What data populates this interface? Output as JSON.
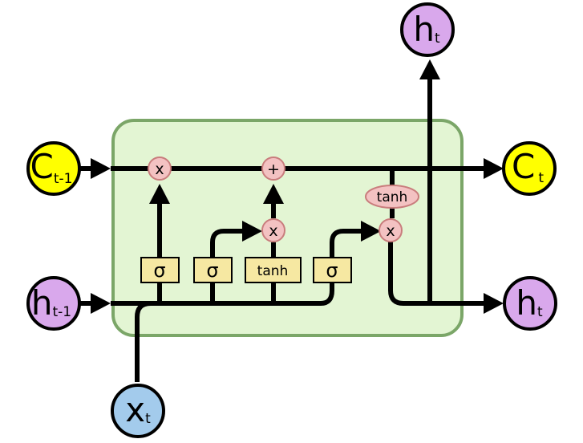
{
  "nodes": {
    "c_prev": {
      "main": "C",
      "sub": "t-1"
    },
    "h_prev": {
      "main": "h",
      "sub": "t-1"
    },
    "x_in": {
      "main": "x",
      "sub": "t"
    },
    "c_out": {
      "main": "C",
      "sub": "t"
    },
    "h_out_right": {
      "main": "h",
      "sub": "t"
    },
    "h_out_top": {
      "main": "h",
      "sub": "t"
    }
  },
  "gates": {
    "forget": "σ",
    "input": "σ",
    "candidate": "tanh",
    "output": "σ"
  },
  "ops": {
    "forget_multiply": "x",
    "cell_add": "+",
    "input_multiply": "x",
    "output_multiply": "x",
    "cell_tanh": "tanh"
  },
  "colors": {
    "cell_fill": "#e3f5d3",
    "cell_stroke": "#7ba668",
    "cell_node": "#ffff00",
    "hidden_node": "#d9a8ec",
    "input_node": "#a3cbec",
    "gate_fill": "#f6e8a2",
    "op_fill": "#f3c2c2",
    "op_stroke": "#c97d7d"
  }
}
